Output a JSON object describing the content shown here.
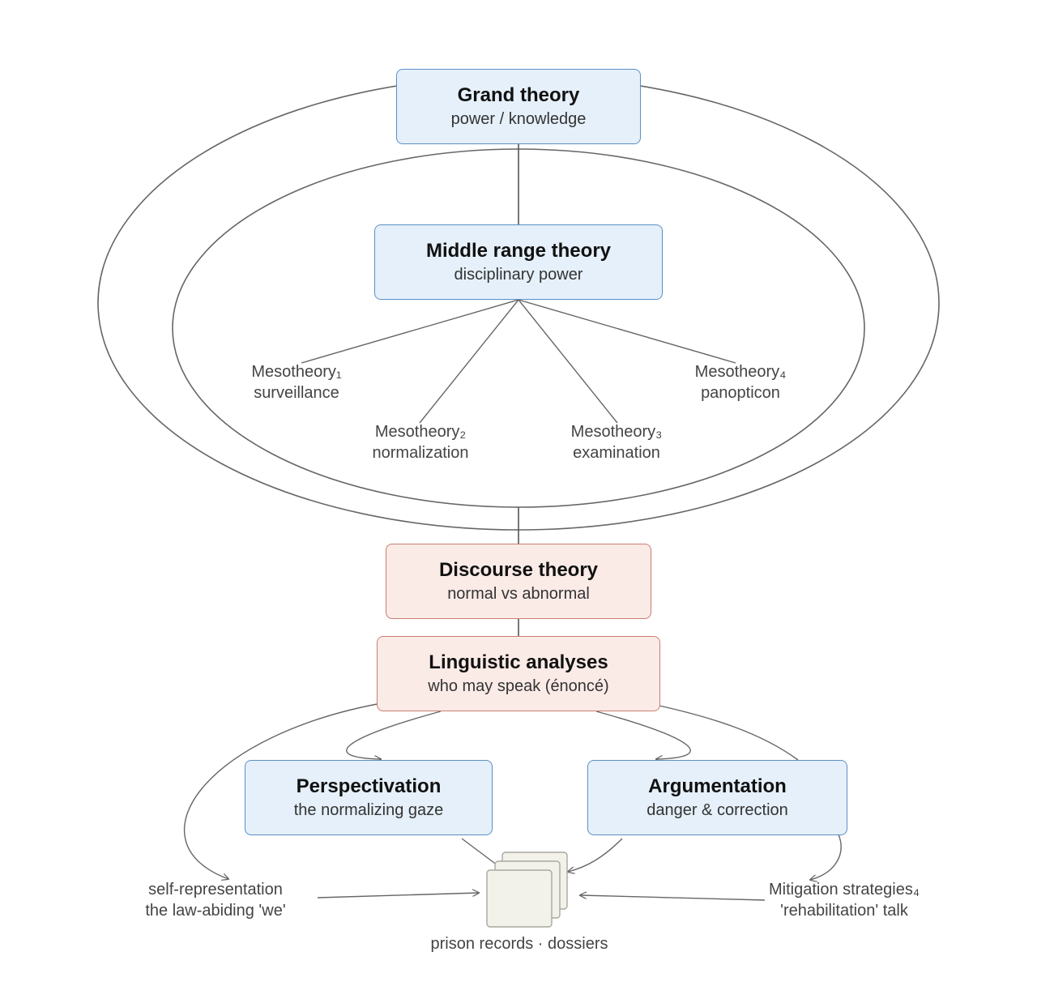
{
  "grand": {
    "title": "Grand theory",
    "subtitle": "power / knowledge"
  },
  "middle": {
    "title": "Middle range theory",
    "subtitle": "disciplinary power"
  },
  "meso": [
    {
      "name": "Mesotheory₁",
      "topic": "surveillance"
    },
    {
      "name": "Mesotheory₂",
      "topic": "normalization"
    },
    {
      "name": "Mesotheory₃",
      "topic": "examination"
    },
    {
      "name": "Mesotheory₄",
      "topic": "panopticon"
    }
  ],
  "discourse": {
    "title": "Discourse theory",
    "subtitle": "normal vs abnormal"
  },
  "linguistic": {
    "title": "Linguistic analyses",
    "subtitle": "who may speak (énoncé)"
  },
  "perspectivation": {
    "title": "Perspectivation",
    "subtitle": "the normalizing gaze"
  },
  "argumentation": {
    "title": "Argumentation",
    "subtitle": "danger & correction"
  },
  "self_rep": {
    "line1": "self-representation",
    "line2": "the law-abiding 'we'"
  },
  "mitigation": {
    "line1": "Mitigation strategies₄",
    "line2": "'rehabilitation' talk"
  },
  "records": {
    "label": "prison records · dossiers"
  },
  "colors": {
    "blue_fill": "#e5f0fa",
    "blue_border": "#5b8fc7",
    "red_fill": "#fbebe7",
    "red_border": "#c97d6f",
    "line": "#555555"
  }
}
